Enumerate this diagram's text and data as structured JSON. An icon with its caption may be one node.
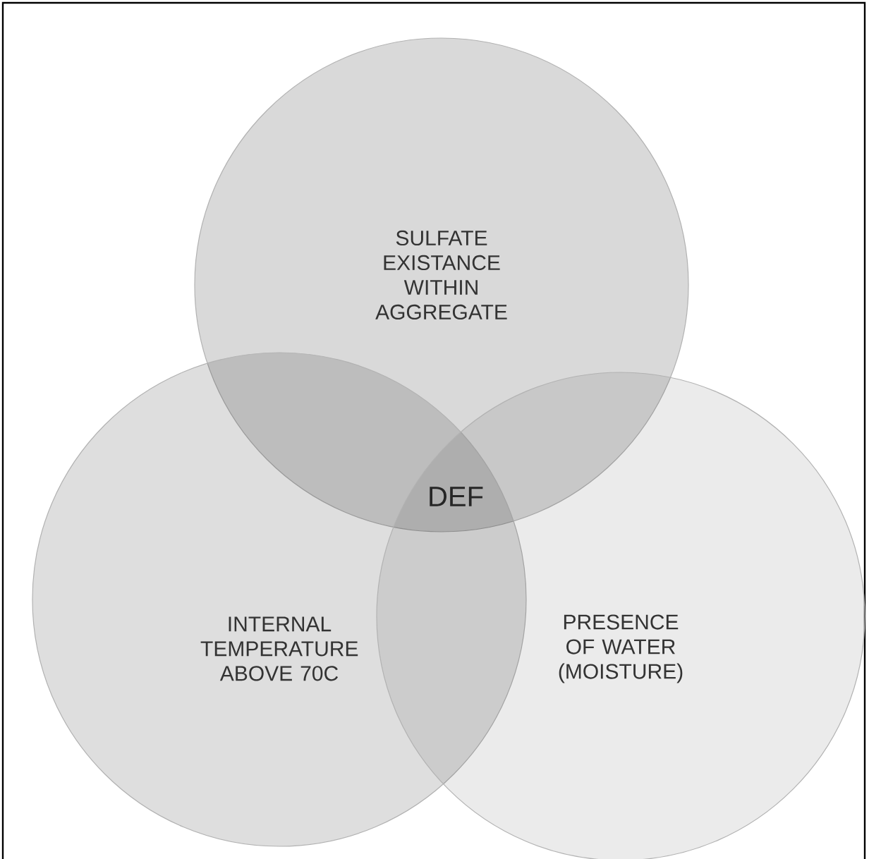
{
  "diagram": {
    "nodes": [
      {
        "text": [
          "SULFATE EXISTANCE WITHIN AGGREGATE"
        ]
      },
      {
        "text": [
          "INTERNAL TEMPERATURE ABOVE 70C"
        ]
      },
      {
        "text": [
          "PRESENCE OF WATER (MOISTURE)"
        ]
      }
    ],
    "labels": [
      "DEF"
    ]
  }
}
